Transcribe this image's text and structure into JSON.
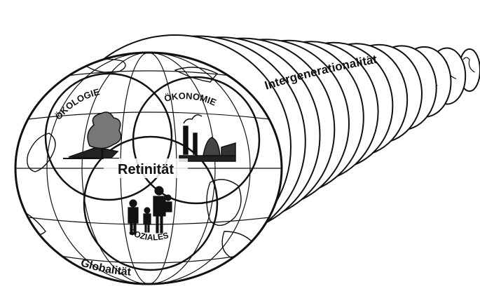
{
  "labels": {
    "ecology": "ÖKOLOGIE",
    "economy": "ÖKONOMIE",
    "social": "SOZIALES",
    "center": "Retinität",
    "globe": "Globalität",
    "tail": "Intergenerationalität"
  },
  "icons": {
    "ecology": "tree-landscape-icon",
    "economy": "factory-icon",
    "social": "family-icon",
    "globe": "world-map-globe"
  },
  "colors": {
    "ink": "#111111",
    "paper": "#ffffff"
  }
}
